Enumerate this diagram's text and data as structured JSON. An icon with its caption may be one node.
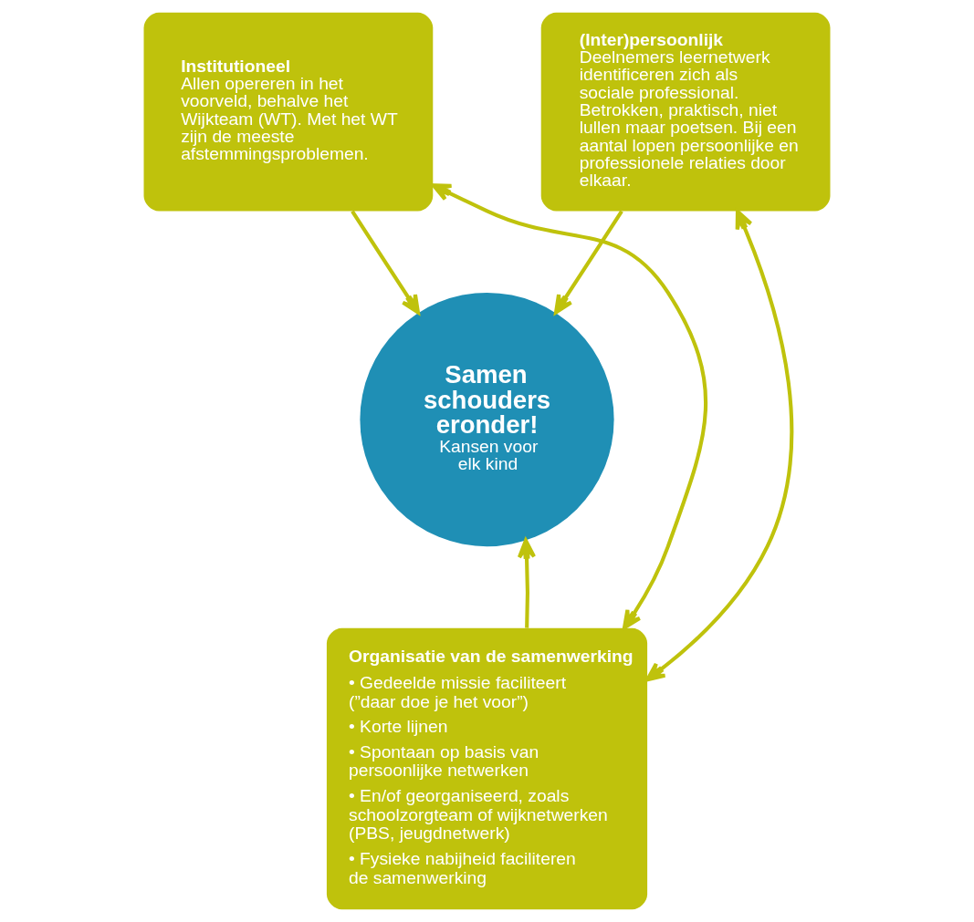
{
  "diagram": {
    "nodes": [
      {
        "text": [
          "Institutioneel",
          "Allen opereren in het voorveld, behalve het Wijkteam (WT). Met het WT zijn de meeste afstemmingsproblemen."
        ]
      },
      {
        "text": [
          "(Inter)persoonlijk",
          "Deelnemers leernetwerk identificeren zich als sociale professional. Betrokken, praktisch, niet lullen maar poetsen. Bij een aantal lopen persoonlijke en professionele relaties door elkaar."
        ]
      },
      {
        "text": [
          "Samen schouders eronder!",
          "Kansen voor elk kind"
        ]
      },
      {
        "text": [
          "Organisatie van de samenwerking",
          "• Gedeelde missie faciliteert (”daar doe je het voor”)",
          "• Korte lijnen",
          "• Spontaan op basis van persoonlijke netwerken",
          "• En/of georganiseerd, zoals schoolzorgteam of wijknetwerken (PBS, jeugdnetwerk)",
          "• Fysieke nabijheid faciliteren de samenwerking"
        ]
      }
    ],
    "edges": [
      {
        "from": 0,
        "to": 2,
        "arrow": "to"
      },
      {
        "from": 1,
        "to": 2,
        "arrow": "to"
      },
      {
        "from": 3,
        "to": 2,
        "arrow": "to"
      },
      {
        "from": 0,
        "to": 3,
        "arrow": "both"
      },
      {
        "from": 1,
        "to": 3,
        "arrow": "both"
      }
    ]
  }
}
